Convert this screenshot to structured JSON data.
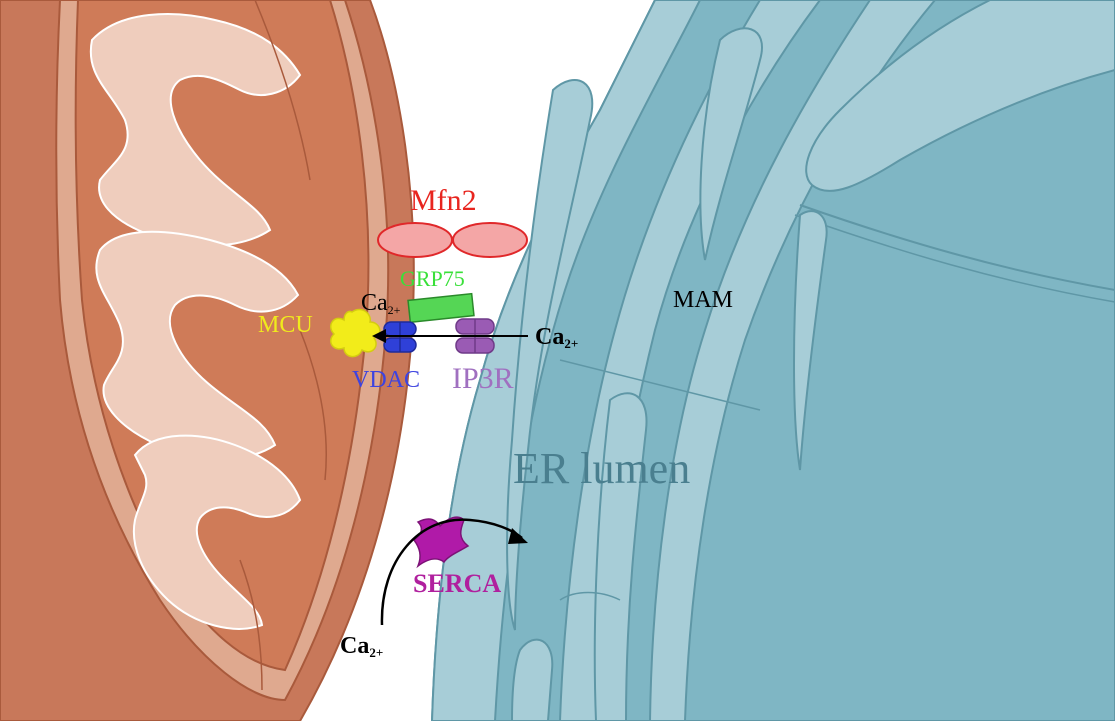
{
  "labels": {
    "mfn2": "Mfn2",
    "grp75": "GRP75",
    "mcu": "MCU",
    "vdac": "VDAC",
    "ip3r": "IP3R",
    "serca": "SERCA",
    "mam": "MAM",
    "er_lumen": "ER lumen",
    "ca_top_base": "Ca",
    "ca_top_sub": "2+",
    "ca_right_base": "Ca",
    "ca_right_sub": "2+",
    "ca_bottom_base": "Ca",
    "ca_bottom_sub": "2+"
  },
  "colors": {
    "mito_outer": "#c8785a",
    "mito_outer_edge": "#a95a3c",
    "mito_intermembrane": "#dfa98f",
    "mito_matrix": "#cf7b58",
    "mito_cristae": "#efcdbd",
    "er_dark": "#7fb6c4",
    "er_light": "#a7cdd7",
    "er_edge": "#5f97a6",
    "mfn2": "#f4a6a6",
    "mfn2_edge": "#e0282a",
    "grp75": "#55d655",
    "mcu": "#f2ec1a",
    "vdac": "#2f40d8",
    "ip3r": "#9a5bb4",
    "serca": "#b01aa8",
    "mfn2_text": "#e8251f",
    "grp75_text": "#39e039",
    "mcu_text": "#f0ea1c",
    "vdac_text": "#3d43e0",
    "ip3r_text": "#a070c0",
    "serca_text": "#b0209e",
    "er_text": "#4a7f8f",
    "black": "#000000"
  }
}
